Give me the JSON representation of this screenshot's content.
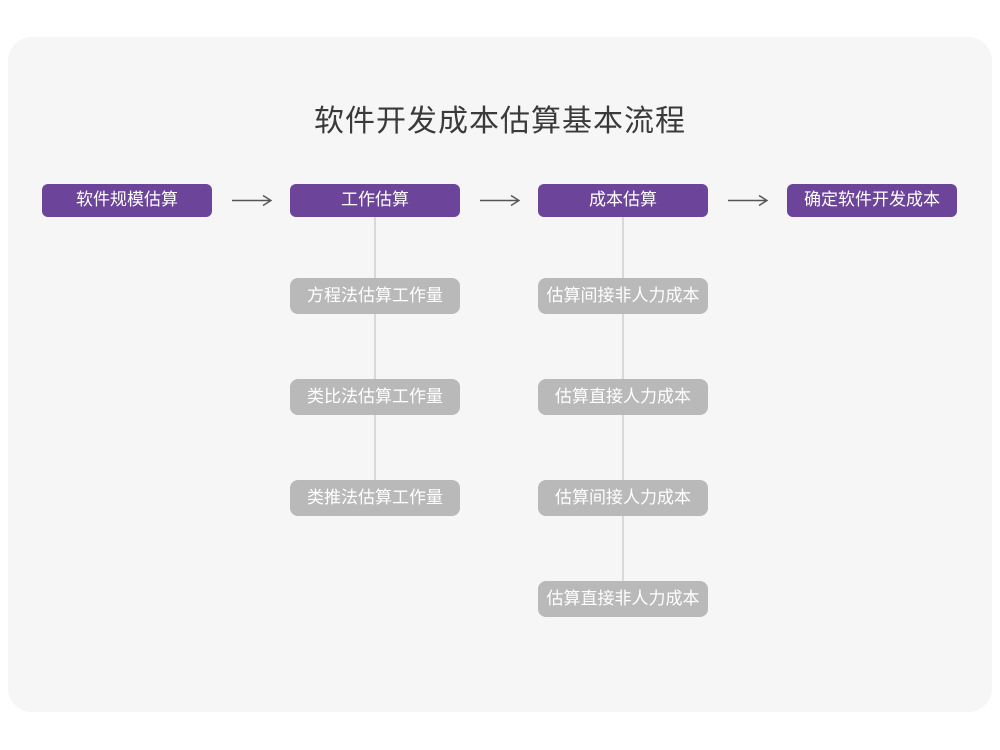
{
  "title": "软件开发成本估算基本流程",
  "colors": {
    "main_node": "#6c4499",
    "sub_node": "#b9b9b9",
    "canvas": "#f6f6f6",
    "arrow": "#555555",
    "connector": "#d9d9d9",
    "title_text": "#3a3a3a",
    "node_text": "#ffffff"
  },
  "flow": {
    "main_steps": [
      {
        "label": "软件规模估算"
      },
      {
        "label": "工作估算"
      },
      {
        "label": "成本估算"
      },
      {
        "label": "确定软件开发成本"
      }
    ],
    "work_substeps": [
      {
        "label": "方程法估算工作量"
      },
      {
        "label": "类比法估算工作量"
      },
      {
        "label": "类推法估算工作量"
      }
    ],
    "cost_substeps": [
      {
        "label": "估算间接非人力成本"
      },
      {
        "label": "估算直接人力成本"
      },
      {
        "label": "估算间接人力成本"
      },
      {
        "label": "估算直接非人力成本"
      }
    ]
  }
}
